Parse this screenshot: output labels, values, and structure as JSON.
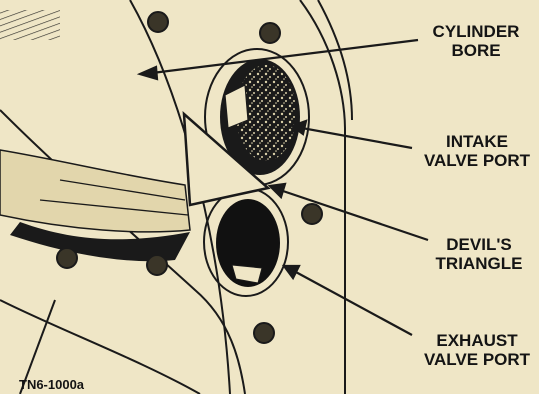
{
  "figure_code": "TN6-1000a",
  "labels": {
    "cylinder_bore": [
      "CYLINDER",
      "BORE"
    ],
    "intake_valve_port": [
      "INTAKE",
      "VALVE PORT"
    ],
    "devils_triangle": [
      "DEVIL'S",
      "TRIANGLE"
    ],
    "exhaust_valve_port": [
      "EXHAUST",
      "VALVE PORT"
    ]
  },
  "colors": {
    "paper": "#efe6c6",
    "ink": "#141414"
  }
}
